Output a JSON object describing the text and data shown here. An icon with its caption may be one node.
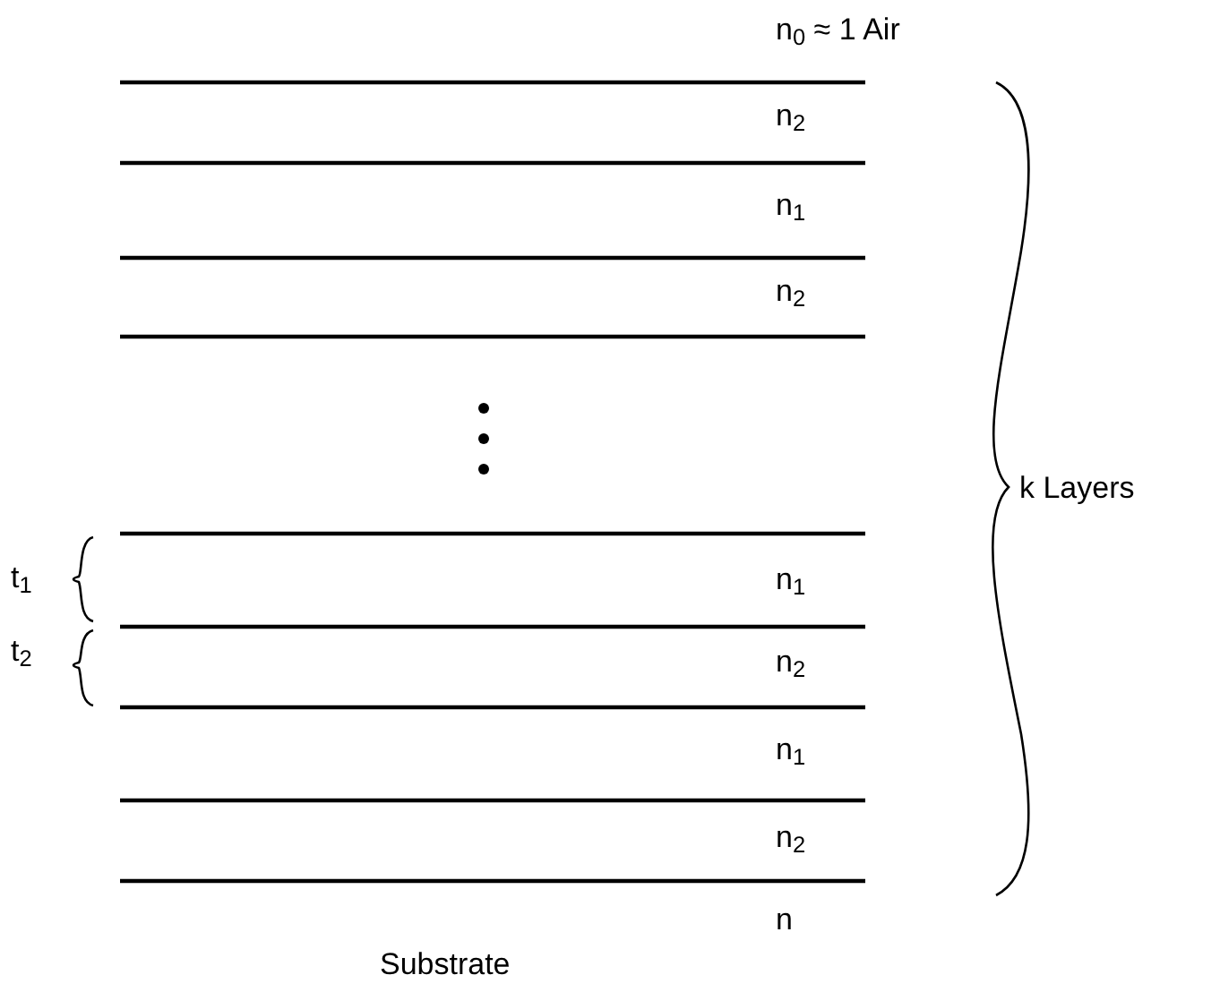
{
  "diagram": {
    "labels": [
      "n$_{0}$ ≈ 1 Air",
      "n$_{2}$",
      "n$_{1}$",
      "n$_{2}$",
      "k Layers",
      "t$_{1}$",
      "n$_{1}$",
      "t$_{2}$",
      "n$_{2}$",
      "n$_{1}$",
      "n$_{2}$",
      "n",
      "Substrate"
    ]
  }
}
